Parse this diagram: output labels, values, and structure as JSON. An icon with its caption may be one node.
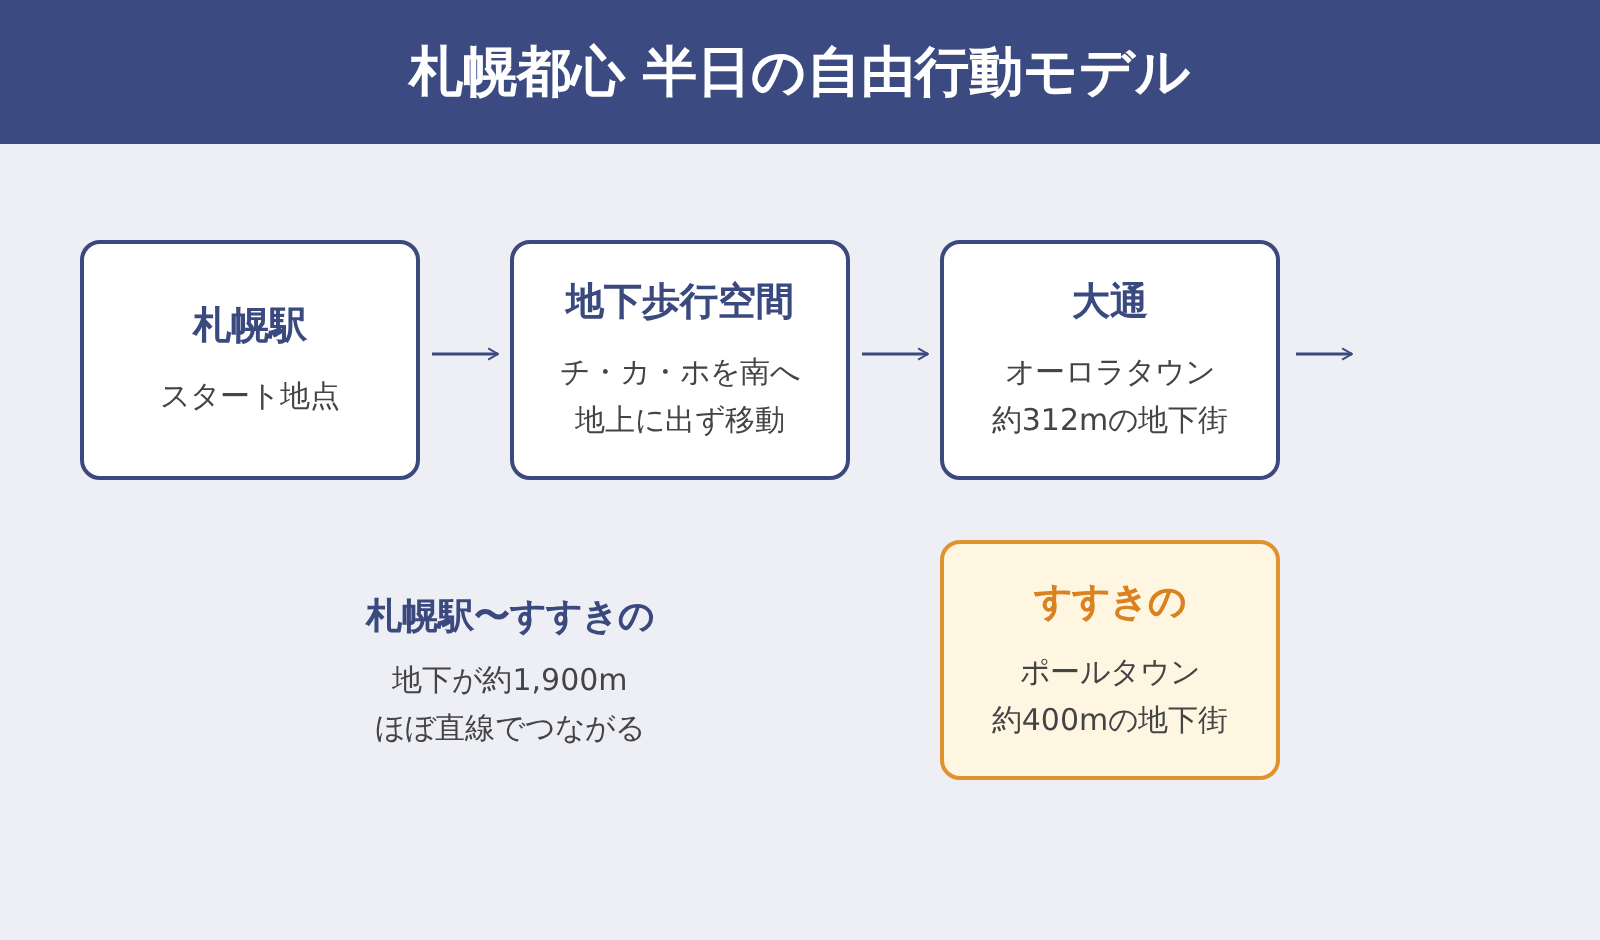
{
  "diagram": {
    "title": "札幌都心 半日の自由行動モデル",
    "nodes": [
      {
        "text": [
          "札幌駅",
          "スタート地点"
        ]
      },
      {
        "text": [
          "地下歩行空間",
          "チ・カ・ホを南へ",
          "地上に出ず移動"
        ]
      },
      {
        "text": [
          "大通",
          "オーロラタウン",
          "約312mの地下街"
        ]
      },
      {
        "text": [
          "すすきの",
          "ポールタウン",
          "約400mの地下街"
        ]
      }
    ],
    "edges": [
      {
        "from": 0,
        "to": 1,
        "arrow": "to"
      },
      {
        "from": 1,
        "to": 2,
        "arrow": "to"
      },
      {
        "from": 2,
        "to": null,
        "arrow": "to"
      }
    ],
    "labels": [
      "札幌駅〜すすきの",
      "地下が約1,900m",
      "ほぼ直線でつながる"
    ]
  }
}
